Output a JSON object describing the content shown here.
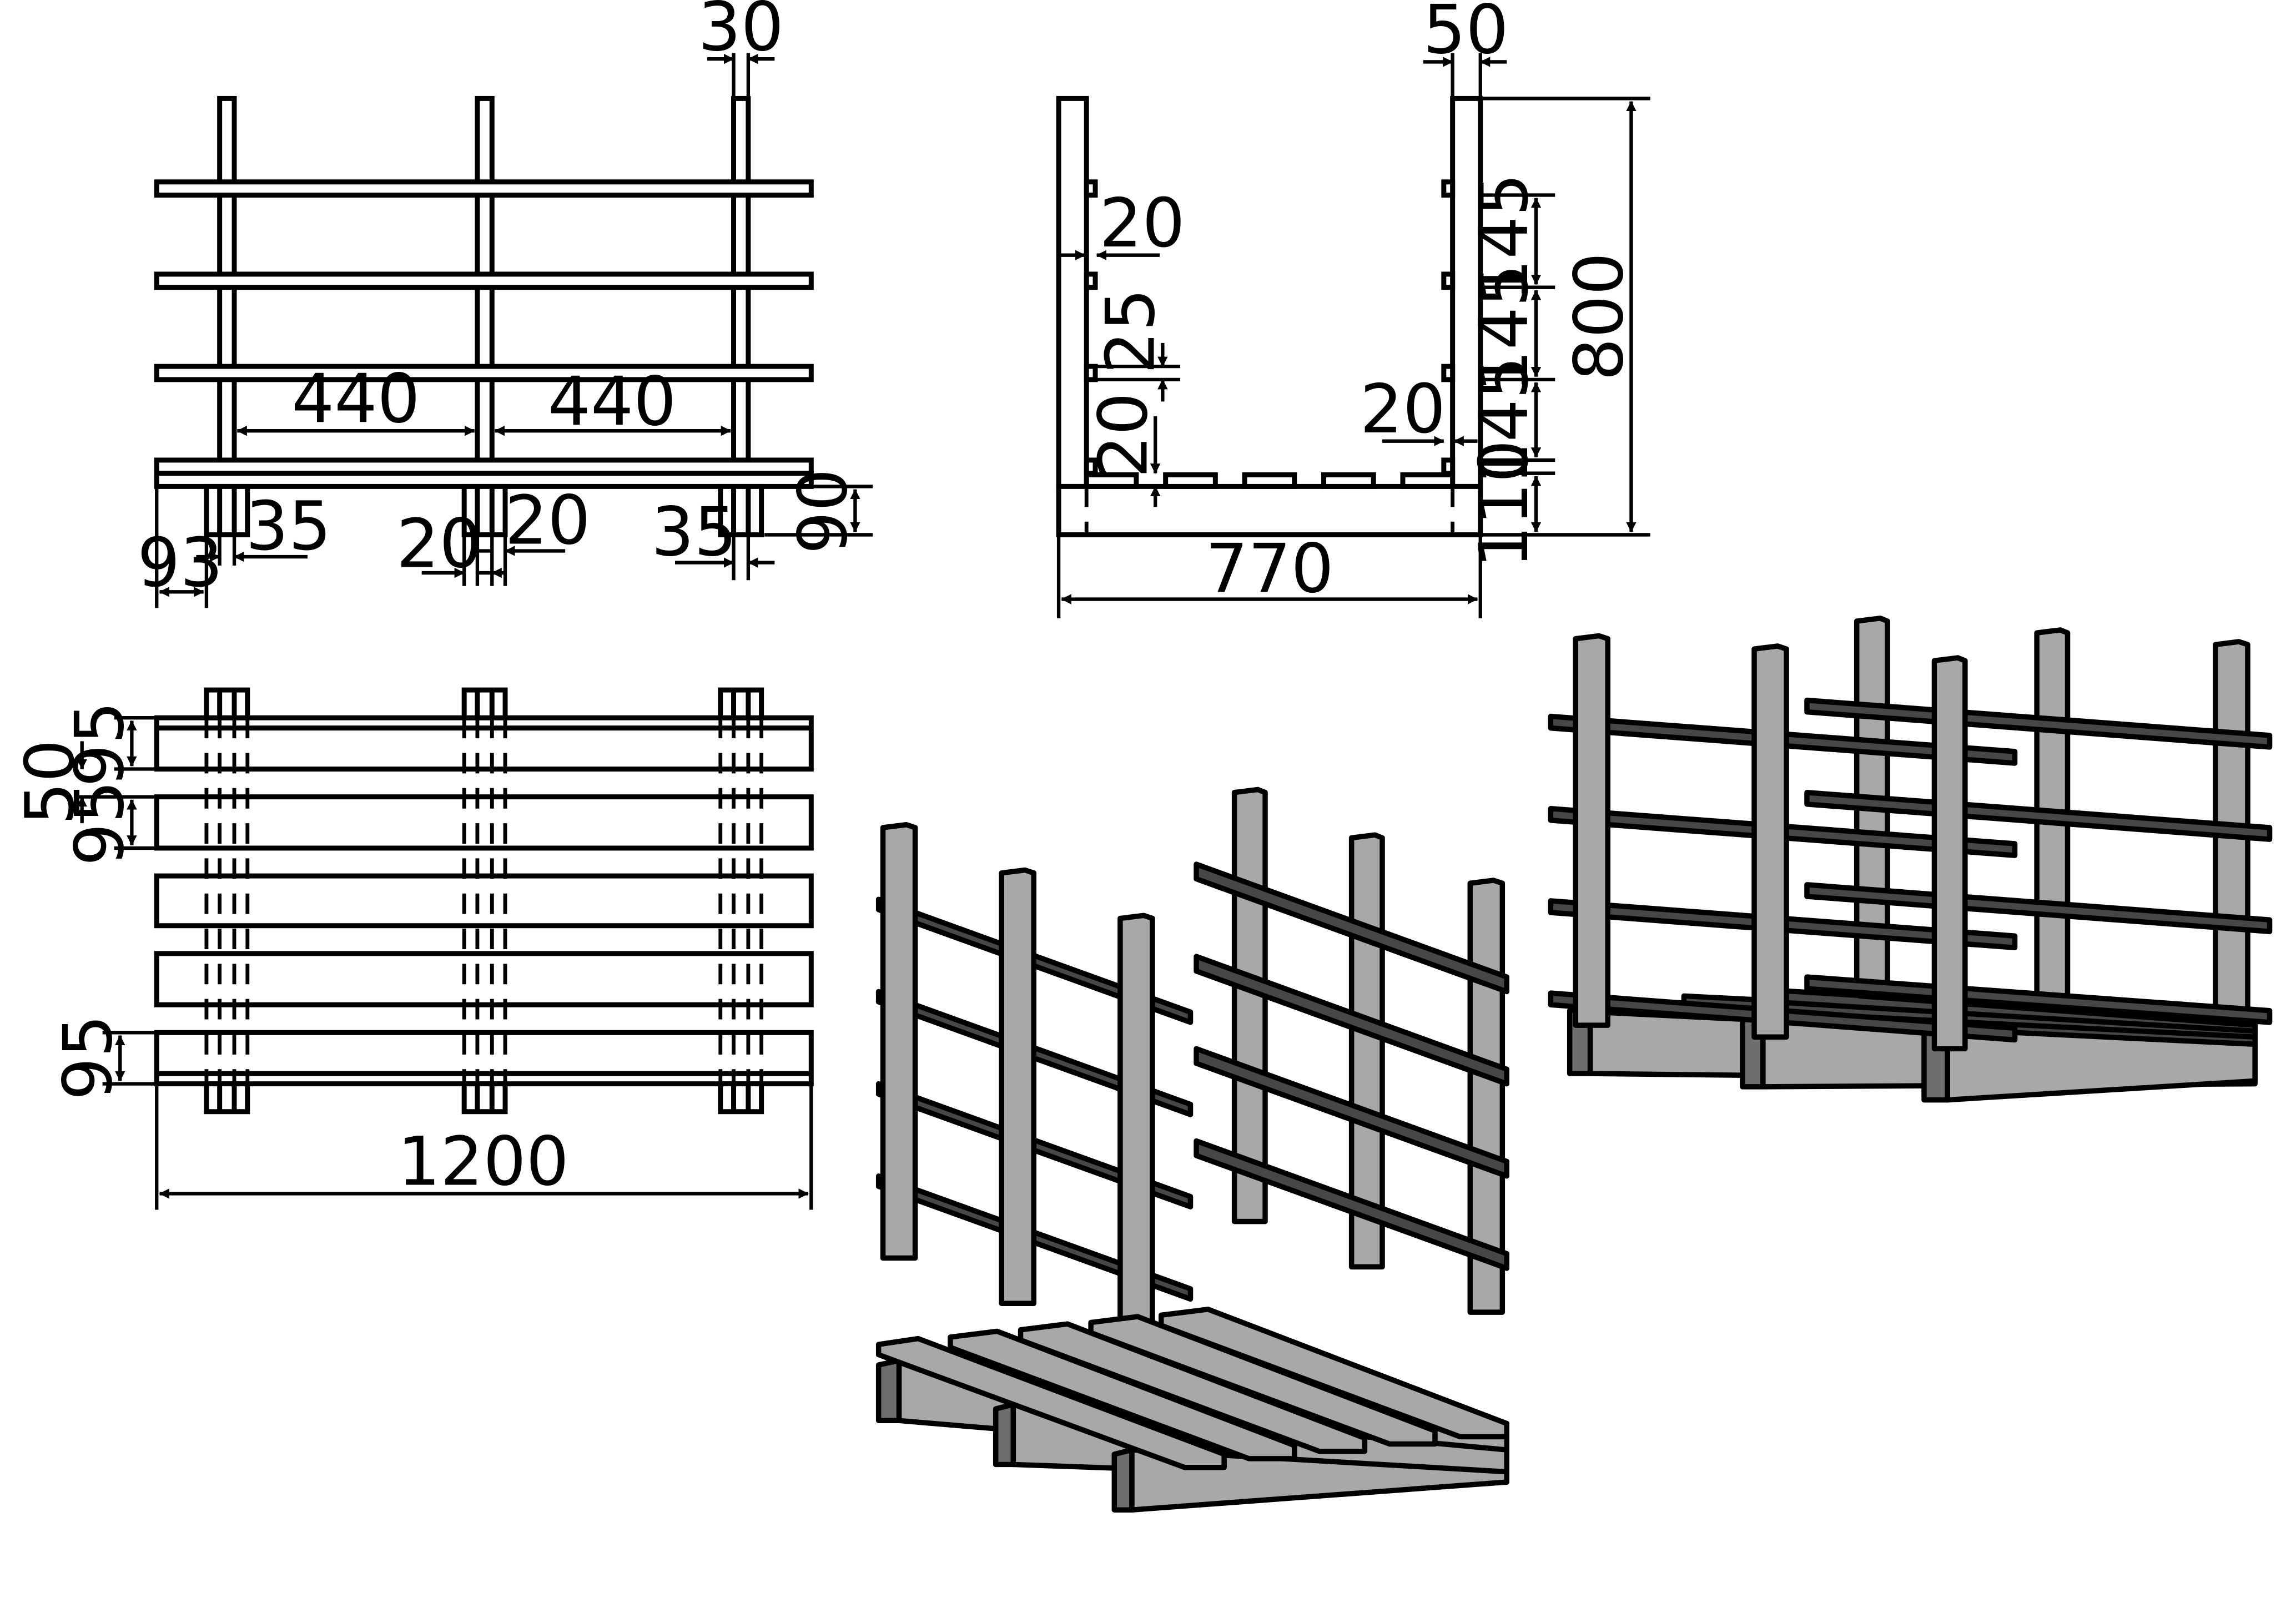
{
  "front_view": {
    "spacing_left": "440",
    "spacing_right": "440",
    "post_width": "30",
    "foot_height": "90",
    "edge_offset": "93",
    "foot_width_left": "35",
    "gap_mid_left": "20",
    "gap_mid_right": "20",
    "foot_width_right": "35"
  },
  "side_view": {
    "post_width": "50",
    "total_height": "800",
    "rail_spacing_1": "145",
    "rail_spacing_2": "145",
    "rail_spacing_3": "145",
    "base_height": "110",
    "bracket_depth": "20",
    "rail_height": "25",
    "board_thickness": "20",
    "inner_gap": "20",
    "total_width": "770"
  },
  "top_view": {
    "board_width_1": "95",
    "board_gap": "50",
    "board_width_2": "95",
    "board_width_3": "95",
    "total_length": "1200"
  },
  "colors": {
    "fill_light": "#a8a8a8",
    "fill_mid": "#6e6e6e",
    "fill_dark": "#474747",
    "stroke": "#000000"
  }
}
